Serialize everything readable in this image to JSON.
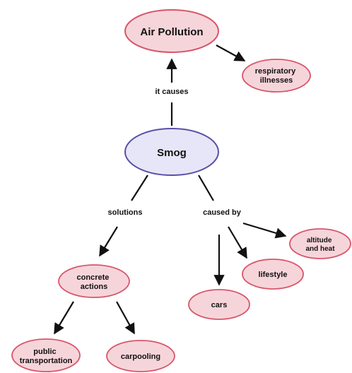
{
  "colors": {
    "pink_fill": "#f6d5da",
    "pink_stroke": "#d7566a",
    "purple_fill": "#e6e6f8",
    "purple_stroke": "#5a4fa6",
    "arrow": "#111111"
  },
  "nodes": {
    "air_pollution": "Air Pollution",
    "respiratory_line1": "respiratory",
    "respiratory_line2": "illnesses",
    "smog": "Smog",
    "concrete_line1": "concrete",
    "concrete_line2": "actions",
    "altitude_line1": "altitude",
    "altitude_line2": "and heat",
    "lifestyle": "lifestyle",
    "cars": "cars",
    "public_line1": "public",
    "public_line2": "transportation",
    "carpooling": "carpooling"
  },
  "links": {
    "it_causes": "it causes",
    "solutions": "solutions",
    "caused_by": "caused by"
  }
}
